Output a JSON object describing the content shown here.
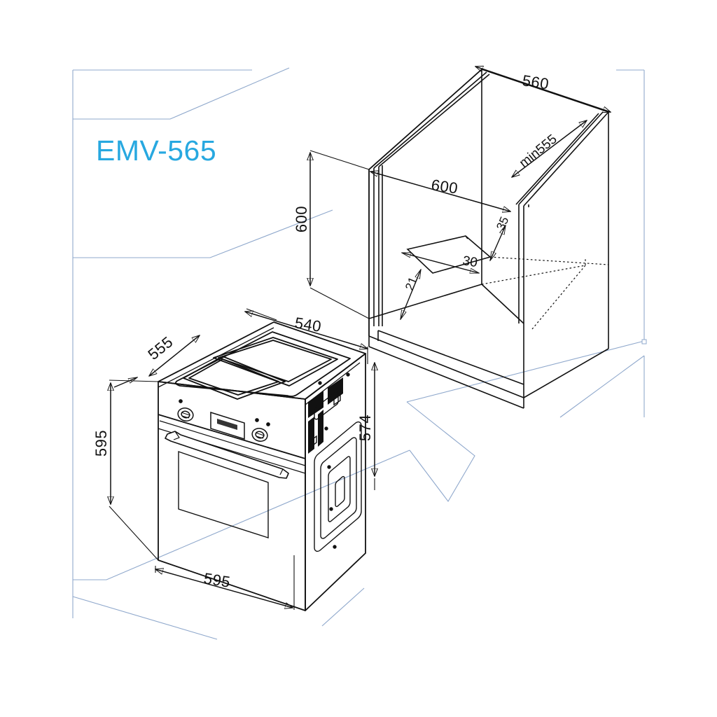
{
  "document": {
    "type": "technical-installation-drawing",
    "model_title": "EMV-565",
    "title_color": "#27a8e0",
    "line_color": "#111111",
    "guide_color": "#8fa8cc",
    "background": "#ffffff"
  },
  "dimensions": {
    "cabinet": {
      "depth_top": "560",
      "width_top": "600",
      "height_left": "600",
      "min_depth": "min555",
      "notch_a": "35",
      "notch_b": "30",
      "notch_c": "21"
    },
    "oven": {
      "top_width": "540",
      "top_depth": "555",
      "front_height": "595",
      "side_height": "574",
      "front_width": "595"
    }
  },
  "labels": [
    {
      "id": "d-560",
      "text": "560",
      "group": "cabinet"
    },
    {
      "id": "d-min555",
      "text": "min555",
      "group": "cabinet"
    },
    {
      "id": "d-600w",
      "text": "600",
      "group": "cabinet"
    },
    {
      "id": "d-600h",
      "text": "600",
      "group": "cabinet"
    },
    {
      "id": "d-35",
      "text": "35",
      "group": "cabinet"
    },
    {
      "id": "d-30",
      "text": "30",
      "group": "cabinet"
    },
    {
      "id": "d-21",
      "text": "21",
      "group": "cabinet"
    },
    {
      "id": "d-540",
      "text": "540",
      "group": "oven"
    },
    {
      "id": "d-555",
      "text": "555",
      "group": "oven"
    },
    {
      "id": "d-595h",
      "text": "595",
      "group": "oven"
    },
    {
      "id": "d-574",
      "text": "574",
      "group": "oven"
    },
    {
      "id": "d-595w",
      "text": "595",
      "group": "oven"
    }
  ]
}
